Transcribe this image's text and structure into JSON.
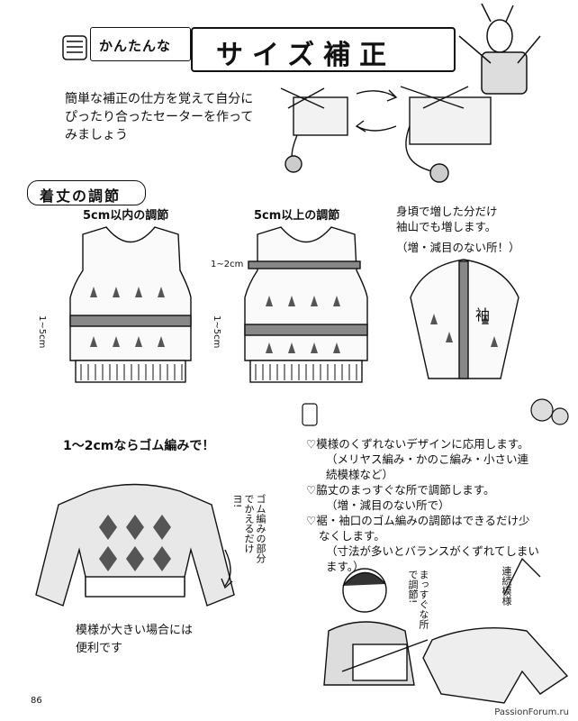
{
  "header": {
    "badge": "かんたんな",
    "title": "サイズ補正"
  },
  "intro": [
    "簡単な補正の仕方を覚えて自分に",
    "ぴったり合ったセーターを作って",
    "みましょう"
  ],
  "section": {
    "title": "着丈の調節"
  },
  "panels": {
    "under5": "5cm以内の調節",
    "over5": "5cm以上の調節",
    "sleeve_note": [
      "身頃で増した分だけ",
      "袖山でも増します。",
      "（増・減目のない所！）"
    ],
    "sleeve_label": "袖",
    "measure_a": "1~5cm",
    "measure_b": "1~2cm",
    "measure_c": "1~5cm"
  },
  "rib_section": {
    "heading": "1～2cmならゴム編みで！",
    "bubble": "ゴム編みの部分でかえるだけヨ!",
    "caption": [
      "模様が大きい場合には",
      "便利です"
    ]
  },
  "notes": [
    "♡模様のくずれないデザインに応用します。",
    "（メリヤス編み・かのこ編み・小さい連",
    "続模様など）",
    "♡脇丈のまっすぐな所で調節します。",
    "（増・減目のない所で）",
    "♡裾・袖口のゴム編みの調節はできるだけ少",
    "なくします。",
    "（寸法が多いとバランスがくずれてしまい",
    "ます。）"
  ],
  "speech": {
    "girl": "まっすぐな所で調節!",
    "sweater": "連続模様"
  },
  "page": {
    "number": "86",
    "watermark": "PassionForum.ru"
  }
}
